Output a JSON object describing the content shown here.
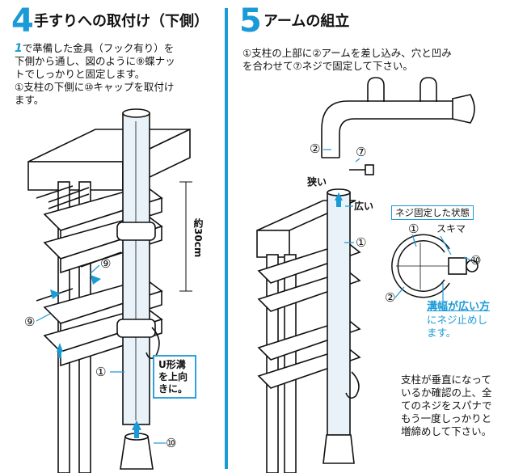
{
  "step4": {
    "number": "4",
    "title": "手すりへの取付け（下側）",
    "text_num": "1",
    "text_line1": "で準備した金具（フック有り）を",
    "text_line2": "下側から通し、図のように⑨蝶ナッ",
    "text_line3": "トでしっかりと固定します。",
    "text_line4": "①支柱の下側に⑩キャップを取付け",
    "text_line5": "ます。",
    "label_distance": "約30cm",
    "label_u_groove_1": "U形溝",
    "label_u_groove_2": "を上向",
    "label_u_groove_3": "きに。",
    "label_1": "①",
    "label_9a": "⑨",
    "label_9b": "⑨",
    "label_10": "⑩"
  },
  "step5": {
    "number": "5",
    "title": "アームの組立",
    "text_line1": "①支柱の上部に②アームを差し込み、穴と凹み",
    "text_line2": "を合わせて⑦ネジで固定して下さい。",
    "label_2": "②",
    "label_7": "⑦",
    "label_narrow": "狭い",
    "label_wide": "広い",
    "label_1": "①",
    "detail_title": "ネジ固定した状態",
    "detail_1": "①",
    "detail_gap": "スキマ",
    "detail_10": "⑩",
    "detail_2": "②",
    "detail_note_1": "溝幅が広い方",
    "detail_note_2": "にネジ止めし",
    "detail_note_3": "ます。",
    "final_line1": "支柱が垂直になって",
    "final_line2": "いるか確認の上、全",
    "final_line3": "てのネジをスパナで",
    "final_line4": "もう一度しっかりと",
    "final_line5": "増締めして下さい。"
  },
  "colors": {
    "accent": "#1a9ad6",
    "ink": "#111111",
    "pole": "#e8f2f8"
  }
}
